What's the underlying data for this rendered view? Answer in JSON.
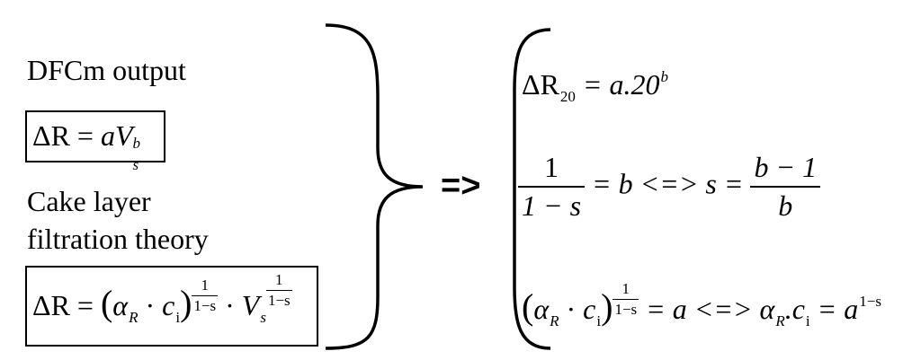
{
  "left": {
    "dfcm_heading": "DFCm output",
    "dfcm_eq": {
      "lhs": "ΔR",
      "eq": "=",
      "a": "a",
      "V": "V",
      "sup": "b",
      "sub": "s"
    },
    "cake_heading_line1": "Cake layer",
    "cake_heading_line2": "filtration theory",
    "cake_eq": {
      "lhs": "ΔR",
      "eq": "=",
      "open": "(",
      "alpha": "α",
      "alpha_sub": "R",
      "dot": "·",
      "c": "c",
      "c_sub": "i",
      "close": ")",
      "exp_num": "1",
      "exp_den": "1−s",
      "V": "V",
      "V_sub": "s"
    }
  },
  "arrow": "=>",
  "right": {
    "eq1": {
      "lhs": "ΔR",
      "lhs_sub": "20",
      "rhs": "= a.20",
      "rhs_sup": "b"
    },
    "eq2": {
      "num": "1",
      "den": "1 − s",
      "mid": "= b <=> s =",
      "rnum": "b − 1",
      "rden": "b"
    },
    "eq3": {
      "open": "(",
      "alpha": "α",
      "alpha_sub": "R",
      "dot": "·",
      "c": "c",
      "c_sub": "i",
      "close": ")",
      "exp_num": "1",
      "exp_den": "1−s",
      "mid": "= a <=> ",
      "alpha2": "α",
      "alpha2_sub": "R",
      "cdot": ".c",
      "c2_sub": "i",
      "eqa": " = a",
      "a_sup": "1−s"
    }
  }
}
